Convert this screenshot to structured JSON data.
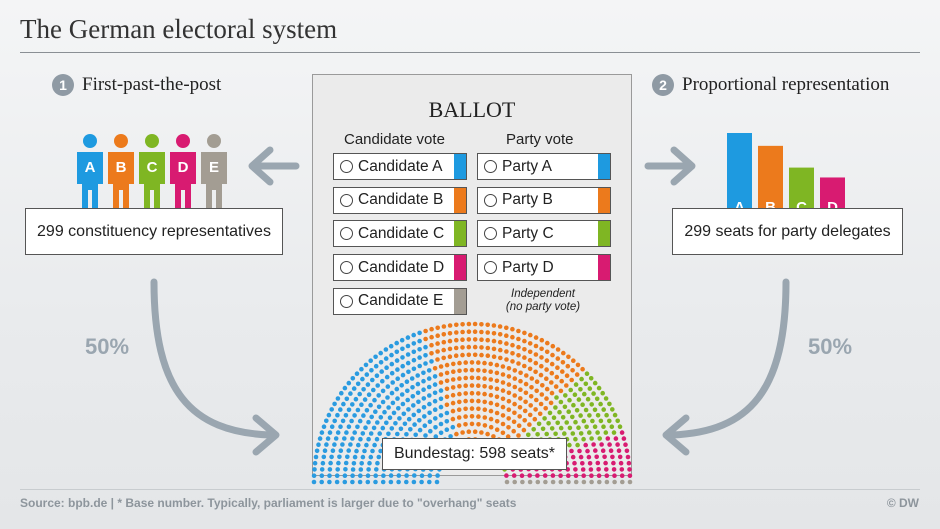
{
  "title": "The German electoral system",
  "left": {
    "number": "1",
    "heading": "First-past-the-post",
    "box_text": "299 constituency representatives",
    "percent": "50%",
    "figures": [
      {
        "letter": "A",
        "color": "#1e9ae0"
      },
      {
        "letter": "B",
        "color": "#ec7a1c"
      },
      {
        "letter": "C",
        "color": "#7fb623"
      },
      {
        "letter": "D",
        "color": "#d81b71"
      },
      {
        "letter": "E",
        "color": "#a39d93"
      }
    ]
  },
  "right": {
    "number": "2",
    "heading": "Proportional representation",
    "box_text": "299 seats for party delegates",
    "percent": "50%",
    "bars": [
      {
        "letter": "A",
        "color": "#1e9ae0",
        "value": 85
      },
      {
        "letter": "B",
        "color": "#ec7a1c",
        "value": 72
      },
      {
        "letter": "C",
        "color": "#7fb623",
        "value": 50
      },
      {
        "letter": "D",
        "color": "#d81b71",
        "value": 40
      }
    ]
  },
  "ballot": {
    "title": "BALLOT",
    "candidate_head": "Candidate vote",
    "party_head": "Party vote",
    "candidates": [
      {
        "label": "Candidate A",
        "color": "#1e9ae0"
      },
      {
        "label": "Candidate B",
        "color": "#ec7a1c"
      },
      {
        "label": "Candidate C",
        "color": "#7fb623"
      },
      {
        "label": "Candidate D",
        "color": "#d81b71"
      },
      {
        "label": "Candidate E",
        "color": "#a39d93"
      }
    ],
    "parties": [
      {
        "label": "Party A",
        "color": "#1e9ae0"
      },
      {
        "label": "Party B",
        "color": "#ec7a1c"
      },
      {
        "label": "Party C",
        "color": "#7fb623"
      },
      {
        "label": "Party D",
        "color": "#d81b71"
      }
    ],
    "independent_note_1": "Independent",
    "independent_note_2": "(no party vote)"
  },
  "bundestag": {
    "label": "Bundestag: 598 seats*",
    "segments": [
      {
        "party": "A",
        "color": "#2a9be0",
        "share": 0.4
      },
      {
        "party": "B",
        "color": "#ec7a1c",
        "share": 0.35
      },
      {
        "party": "C",
        "color": "#7fb623",
        "share": 0.14
      },
      {
        "party": "D",
        "color": "#d81b71",
        "share": 0.09
      },
      {
        "party": "E",
        "color": "#a39d93",
        "share": 0.02
      }
    ]
  },
  "footer": {
    "source": "Source: bpb.de | * Base number. Typically, parliament is larger due to \"overhang\" seats",
    "credit": "© DW"
  }
}
